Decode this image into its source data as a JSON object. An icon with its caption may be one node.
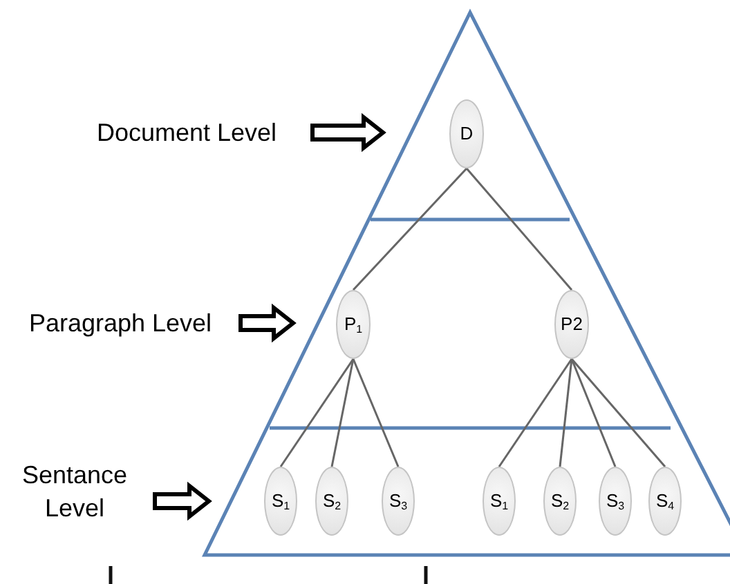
{
  "diagram": {
    "nodes": [
      {
        "text": [
          "Document Level"
        ]
      },
      {
        "text": [
          "Paragraph Level"
        ]
      },
      {
        "text": [
          "Sentance Level"
        ]
      },
      {
        "text": [
          "D"
        ]
      },
      {
        "text": [
          "P$_{1}$"
        ]
      },
      {
        "text": [
          "P2"
        ]
      },
      {
        "text": [
          "S$_{1}$"
        ]
      },
      {
        "text": [
          "S$_{2}$"
        ]
      },
      {
        "text": [
          "S$_{3}$"
        ]
      },
      {
        "text": [
          "S$_{1}$"
        ]
      },
      {
        "text": [
          "S$_{2}$"
        ]
      },
      {
        "text": [
          "S$_{3}$"
        ]
      },
      {
        "text": [
          "S$_{4}$"
        ]
      }
    ],
    "edges": [
      {
        "from": 0,
        "to": null,
        "arrow": "to",
        "style": "thick"
      },
      {
        "from": 1,
        "to": null,
        "arrow": "to",
        "style": "thick"
      },
      {
        "from": 2,
        "to": null,
        "arrow": "to",
        "style": "thick"
      },
      {
        "from": 3,
        "to": 4,
        "arrow": "none"
      },
      {
        "from": 3,
        "to": 5,
        "arrow": "none"
      },
      {
        "from": 4,
        "to": 6,
        "arrow": "none"
      },
      {
        "from": 4,
        "to": 7,
        "arrow": "none"
      },
      {
        "from": 4,
        "to": 8,
        "arrow": "none"
      },
      {
        "from": 5,
        "to": 9,
        "arrow": "none"
      },
      {
        "from": 5,
        "to": 10,
        "arrow": "none"
      },
      {
        "from": 5,
        "to": 11,
        "arrow": "none"
      },
      {
        "from": 5,
        "to": 12,
        "arrow": "none"
      }
    ]
  }
}
